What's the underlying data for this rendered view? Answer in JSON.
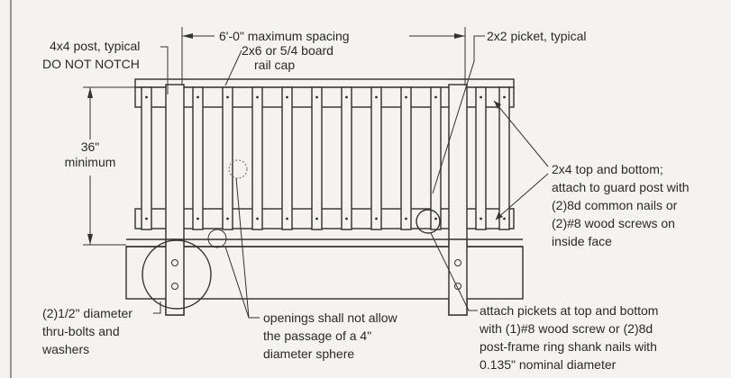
{
  "labels": {
    "spacing": "6'-0\" maximum spacing",
    "post_line1": "4x4 post, typical",
    "post_line2": "DO NOT NOTCH",
    "railcap_line1": "2x6 or 5/4 board",
    "railcap_line2": "rail cap",
    "picket": "2x2 picket, typical",
    "height_line1": "36\"",
    "height_line2": "minimum",
    "rails_line1": "2x4 top and bottom;",
    "rails_line2": "attach to guard post with",
    "rails_line3": "(2)8d common nails or",
    "rails_line4": "(2)#8 wood screws on",
    "rails_line5": "inside face",
    "bolts_line1": "(2)1/2\" diameter",
    "bolts_line2": "thru-bolts and",
    "bolts_line3": "washers",
    "openings_line1": "openings shall not allow",
    "openings_line2": "the passage of a 4\"",
    "openings_line3": "diameter sphere",
    "attach_line1": "attach pickets at top and bottom",
    "attach_line2": "with (1)#8 wood screw or (2)8d",
    "attach_line3": "post-frame ring shank nails with",
    "attach_line4": "0.135\" nominal diameter"
  }
}
